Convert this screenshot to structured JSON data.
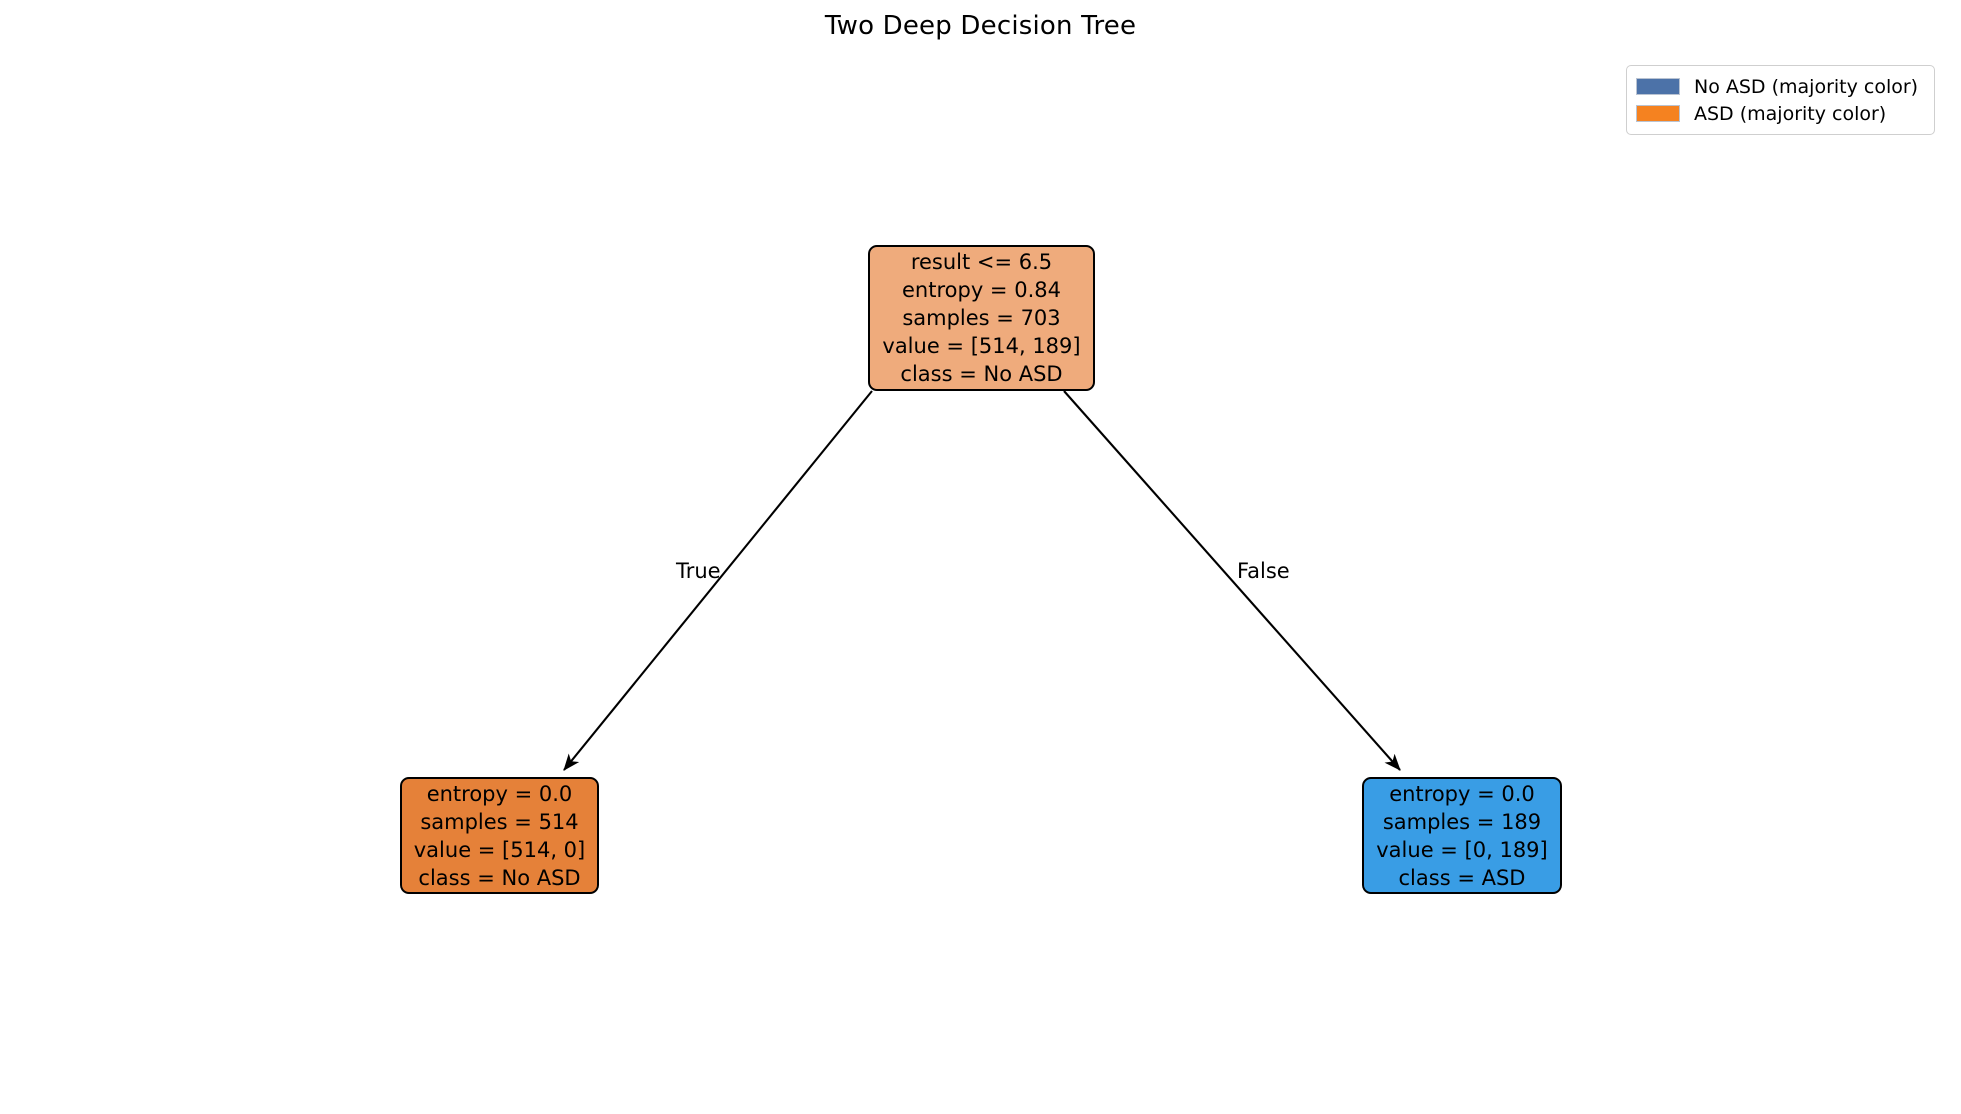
{
  "figure": {
    "title": "Two Deep Decision Tree",
    "background_color": "#ffffff"
  },
  "legend": {
    "position": "upper-right",
    "border_color": "#cfcfcf",
    "items": [
      {
        "label": "No ASD (majority color)",
        "color": "#4c72a8"
      },
      {
        "label": "ASD (majority color)",
        "color": "#f58220"
      }
    ]
  },
  "chart_data": {
    "type": "diagram",
    "diagram_type": "decision-tree",
    "title": "Two Deep Decision Tree",
    "criterion": "entropy",
    "classes": [
      "No ASD",
      "ASD"
    ],
    "class_colors": {
      "No ASD": "#e58139",
      "ASD": "#399de5"
    },
    "nodes": [
      {
        "id": "root",
        "depth": 0,
        "is_leaf": false,
        "condition": "result <= 6.5",
        "entropy": 0.84,
        "samples": 703,
        "value": [
          514,
          189
        ],
        "predicted_class": "No ASD",
        "fill_color": "#efab7c",
        "border_color": "#000000",
        "lines": [
          "result <= 6.5",
          "entropy = 0.84",
          "samples = 703",
          "value = [514, 189]",
          "class = No ASD"
        ]
      },
      {
        "id": "leaf-left",
        "depth": 1,
        "is_leaf": true,
        "branch": "True",
        "entropy": 0.0,
        "samples": 514,
        "value": [
          514,
          0
        ],
        "predicted_class": "No ASD",
        "fill_color": "#e58139",
        "border_color": "#000000",
        "lines": [
          "entropy = 0.0",
          "samples = 514",
          "value = [514, 0]",
          "class = No ASD"
        ]
      },
      {
        "id": "leaf-right",
        "depth": 1,
        "is_leaf": true,
        "branch": "False",
        "entropy": 0.0,
        "samples": 189,
        "value": [
          0,
          189
        ],
        "predicted_class": "ASD",
        "fill_color": "#399de5",
        "border_color": "#000000",
        "lines": [
          "entropy = 0.0",
          "samples = 189",
          "value = [0, 189]",
          "class = ASD"
        ]
      }
    ],
    "edges": [
      {
        "from": "root",
        "to": "leaf-left",
        "label": "True"
      },
      {
        "from": "root",
        "to": "leaf-right",
        "label": "False"
      }
    ]
  }
}
